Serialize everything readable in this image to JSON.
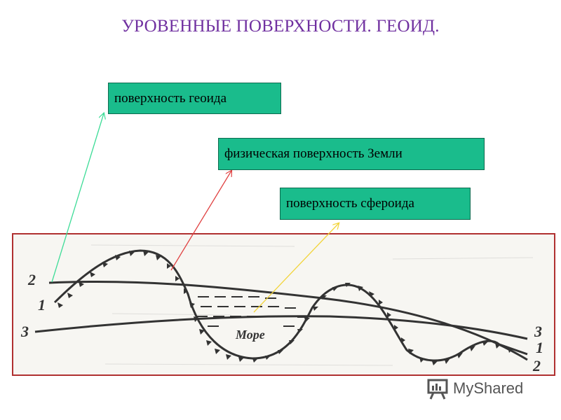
{
  "title": "УРОВЕННЫЕ ПОВЕРХНОСТИ.  ГЕОИД.",
  "labels": {
    "geoid": "поверхность геоида",
    "physical": "физическая поверхность Земли",
    "spheroid": "поверхность сфероида"
  },
  "diagram": {
    "sea_label": "Море",
    "left_numbers": [
      "2",
      "1",
      "3"
    ],
    "right_numbers": [
      "3",
      "1",
      "2"
    ]
  },
  "colors": {
    "title": "#7030a0",
    "box_fill": "#1abc8c",
    "frame": "#b03030",
    "arrow_geoid": "#3ddc97",
    "arrow_physical": "#e04040",
    "arrow_spheroid": "#f2d43a"
  },
  "logo": {
    "text": "MyShared"
  }
}
